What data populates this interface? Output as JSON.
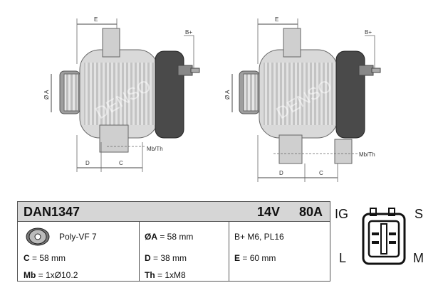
{
  "drawing_labels": {
    "e": "E",
    "b_plus": "B+",
    "diam_a": "Ø A",
    "d": "D",
    "c": "C",
    "mb_th": "Mb/Th",
    "brand_watermark": "DENSO"
  },
  "spec": {
    "model": "DAN1347",
    "voltage": "14V",
    "amperage": "80A",
    "pulley": "Poly-VF 7",
    "c_label": "C",
    "c_value": " = 58 mm",
    "mb_label": "Mb",
    "mb_value": " = 1xØ10.2",
    "a_label": "ØA",
    "a_value": " = 58 mm",
    "d_label": "D",
    "d_value": " = 38 mm",
    "th_label": "Th",
    "th_value": " = 1xM8",
    "bplus": "B+ M6, PL16",
    "e_label": "E",
    "e_value": " = 60 mm"
  },
  "connector": {
    "ig": "IG",
    "s": "S",
    "l": "L",
    "m": "M"
  }
}
